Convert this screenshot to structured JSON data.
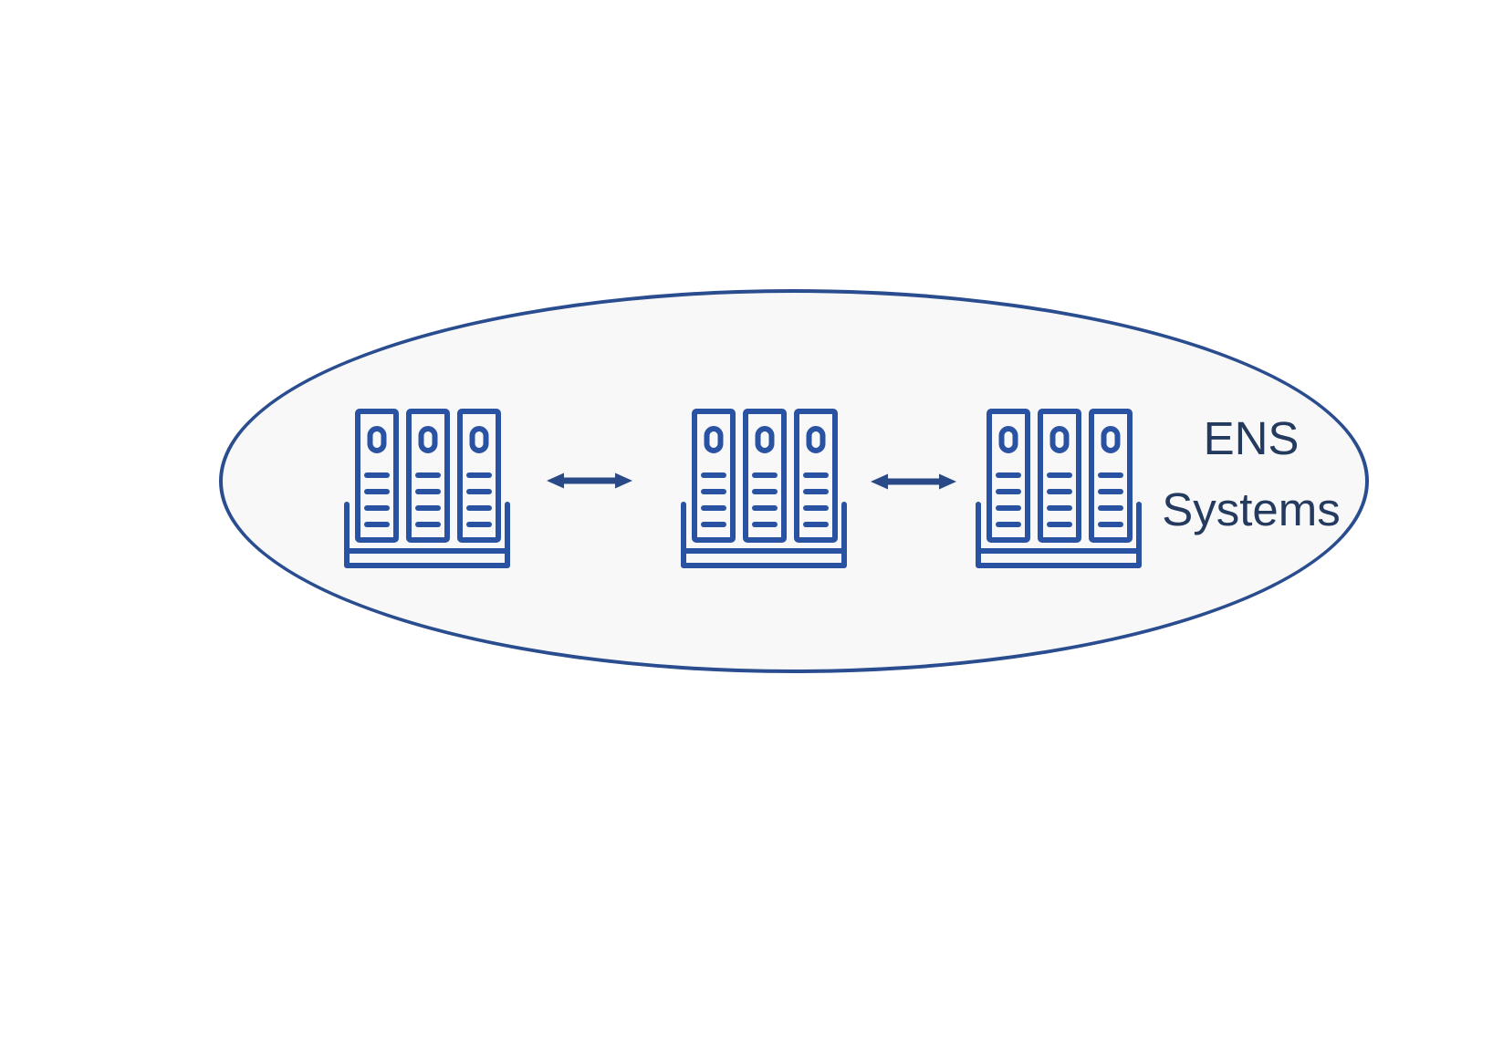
{
  "diagram": {
    "type": "system-cluster-diagram",
    "label": {
      "line1": "ENS",
      "line2": "Systems"
    },
    "container": {
      "shape": "ellipse",
      "fill_visible": true
    },
    "groups": [
      {
        "name": "ens-system-1",
        "icon": "server-rack-icon",
        "towers_per_rack": 3
      },
      {
        "name": "ens-system-2",
        "icon": "server-rack-icon",
        "towers_per_rack": 3
      },
      {
        "name": "ens-system-3",
        "icon": "server-rack-icon",
        "towers_per_rack": 3
      }
    ],
    "connections": [
      {
        "from": "ens-system-1",
        "to": "ens-system-2",
        "icon": "bidirectional-arrow-icon",
        "direction": "both"
      },
      {
        "from": "ens-system-2",
        "to": "ens-system-3",
        "icon": "bidirectional-arrow-icon",
        "direction": "both"
      }
    ],
    "colors": {
      "icon_blue": "#2a52a2",
      "arrow_blue": "#2a4a87",
      "ellipse_stroke": "#2a4d8f",
      "ellipse_fill": "#f8f8f9",
      "text_navy": "#243a5e",
      "page_background": "#ffffff"
    }
  }
}
